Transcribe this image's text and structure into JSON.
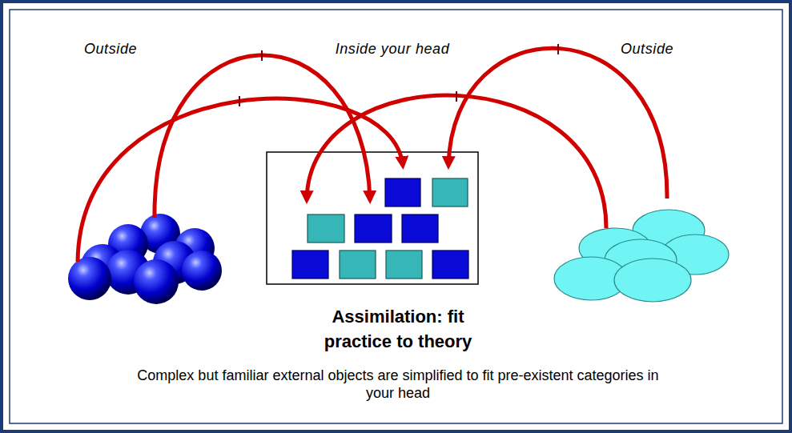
{
  "diagram": {
    "title": "Assimilation: fit practice to theory",
    "caption": "Complex but familiar external objects are simplified to fit pre-existent categories in your head",
    "labels": [
      "Outside",
      "Inside your head",
      "Outside"
    ]
  }
}
